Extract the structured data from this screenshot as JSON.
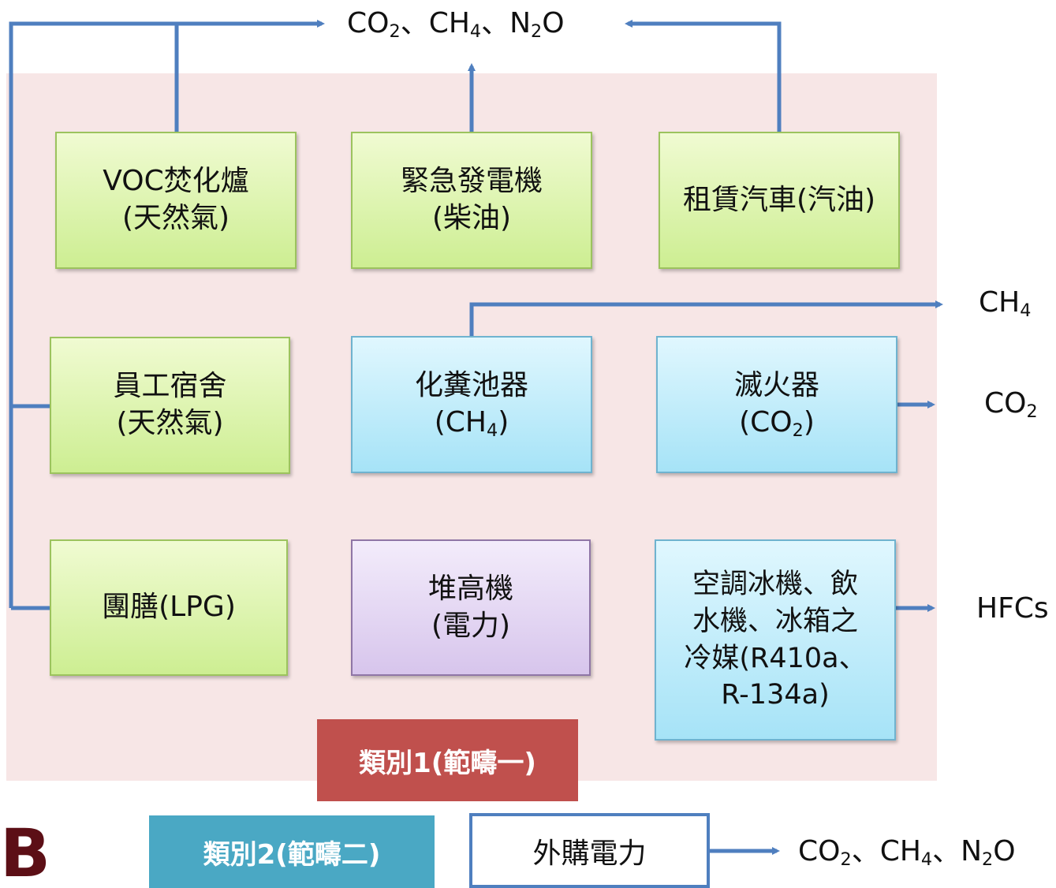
{
  "top_output": {
    "part1": "CO",
    "sub1": "2",
    "part2": "、CH",
    "sub2": "4",
    "part3": "、N",
    "sub3": "2",
    "part4": "O"
  },
  "boxes": {
    "voc": {
      "line1": "VOC焚化爐",
      "line2": "(天然氣)"
    },
    "generator": {
      "line1": "緊急發電機",
      "line2": "(柴油)"
    },
    "rental_car": {
      "line1": "租賃汽車(汽油)"
    },
    "dormitory": {
      "line1": "員工宿舍",
      "line2": "(天然氣)"
    },
    "septic": {
      "line1": "化糞池器",
      "line2_pre": "(CH",
      "line2_sub": "4",
      "line2_post": ")"
    },
    "extinguisher": {
      "line1": "滅火器",
      "line2_pre": "(CO",
      "line2_sub": "2",
      "line2_post": ")"
    },
    "canteen": {
      "line1": "團膳(LPG)"
    },
    "forklift": {
      "line1": "堆高機",
      "line2": "(電力)"
    },
    "refrigerant": {
      "line1": "空調冰機、飲",
      "line2": "水機、冰箱之",
      "line3": "冷媒(R410a、",
      "line4": "R-134a)"
    }
  },
  "side_outputs": {
    "ch4": {
      "pre": "CH",
      "sub": "4"
    },
    "co2": {
      "pre": "CO",
      "sub": "2"
    },
    "hfcs": "HFCs"
  },
  "category1": "類別1(範疇一)",
  "category2": "類別2(範疇二)",
  "purchased_power": "外購電力",
  "bottom_output": {
    "part1": "CO",
    "sub1": "2",
    "part2": "、CH",
    "sub2": "4",
    "part3": "、N",
    "sub3": "2",
    "part4": "O"
  },
  "logo_text": "B",
  "colors": {
    "connector": "#4f7fbf",
    "category1_bg": "#c0504d",
    "category2_bg": "#4aa8c4",
    "region_bg": "#f7e6e6"
  }
}
